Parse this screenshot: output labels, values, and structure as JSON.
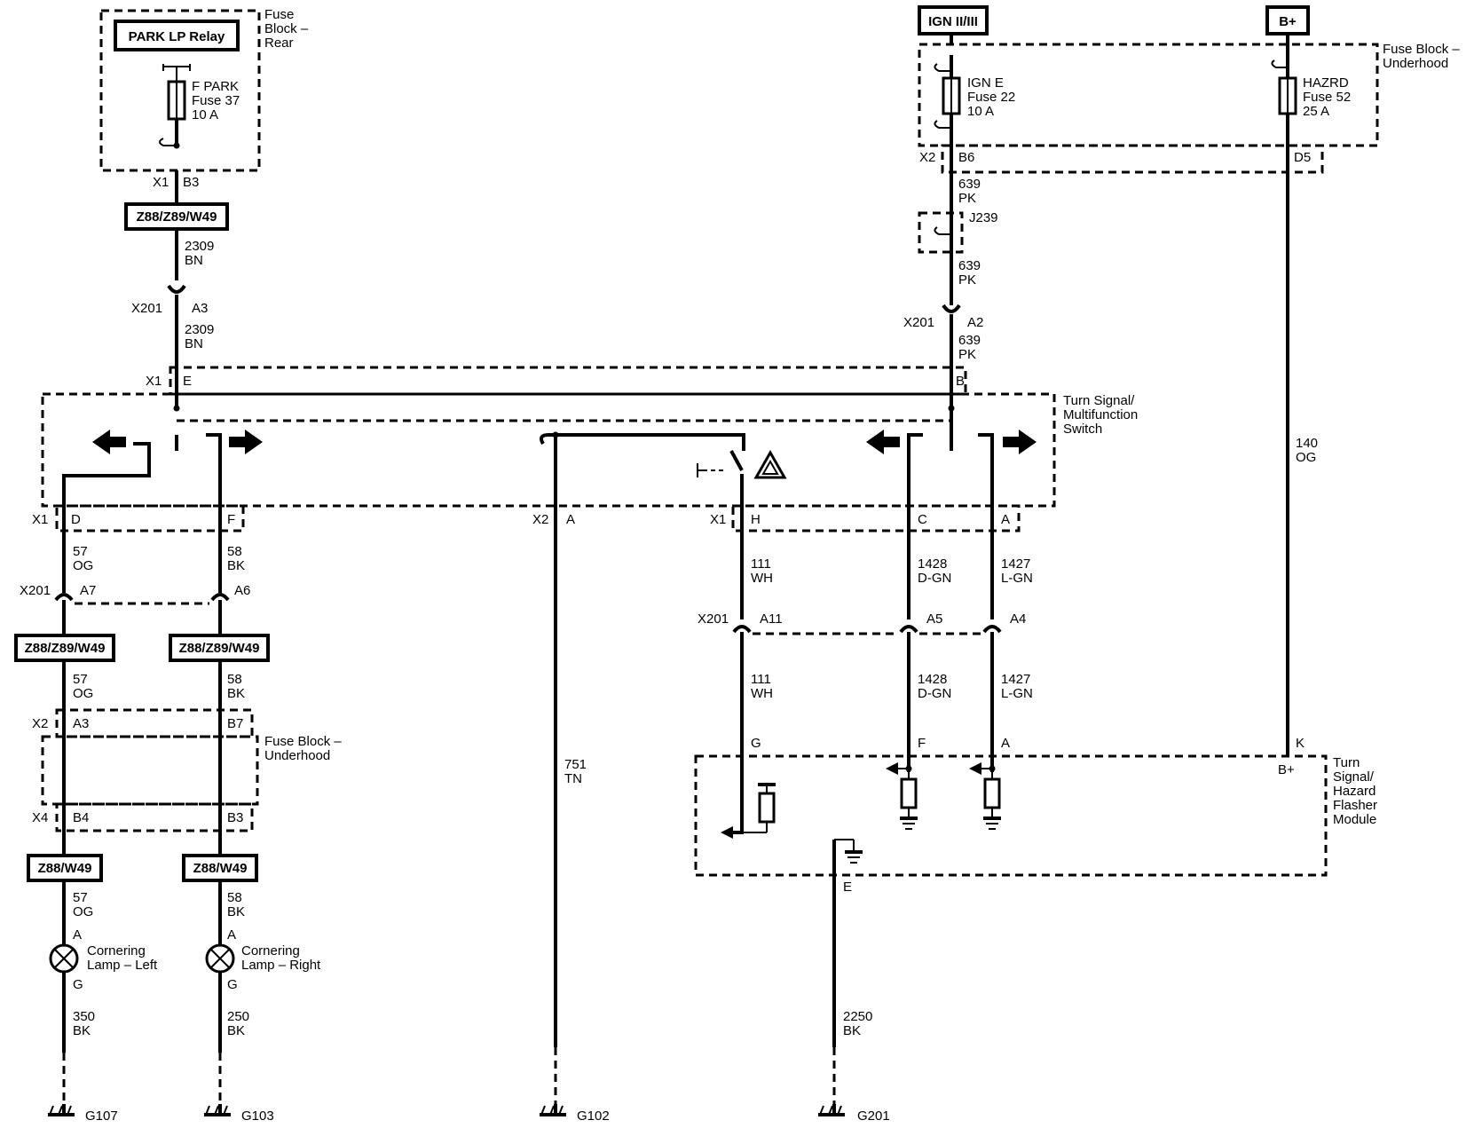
{
  "relay": {
    "label": "PARK LP Relay"
  },
  "fuse_block_rear": {
    "label_line1": "Fuse",
    "label_line2": "Block –",
    "label_line3": "Rear"
  },
  "fuse_37": {
    "line1": "F PARK",
    "line2": "Fuse 37",
    "line3": "10 A"
  },
  "rear_connector": {
    "conn": "X1",
    "pin": "B3"
  },
  "option_box_top": {
    "label": "Z88/Z89/W49"
  },
  "wire_2309_a": {
    "circuit": "2309",
    "color": "BN"
  },
  "x201_a3": {
    "conn": "X201",
    "pin": "A3"
  },
  "wire_2309_b": {
    "circuit": "2309",
    "color": "BN"
  },
  "switch_x1_e": {
    "conn": "X1",
    "pin": "E"
  },
  "switch_b": {
    "pin": "B"
  },
  "turn_switch": {
    "line1": "Turn Signal/",
    "line2": "Multifunction",
    "line3": "Switch"
  },
  "ign_source": {
    "label": "IGN II/III"
  },
  "bplus_source": {
    "label": "B+"
  },
  "fuse_block_underhood_top": {
    "line1": "Fuse Block –",
    "line2": "Underhood"
  },
  "fuse_22": {
    "line1": "IGN E",
    "line2": "Fuse 22",
    "line3": "10 A"
  },
  "fuse_52": {
    "line1": "HAZRD",
    "line2": "Fuse 52",
    "line3": "25 A"
  },
  "underhood_x2": {
    "conn": "X2",
    "pin_b6": "B6",
    "pin_d5": "D5"
  },
  "wire_639_a": {
    "circuit": "639",
    "color": "PK"
  },
  "splice_j239": {
    "label": "J239"
  },
  "wire_639_b": {
    "circuit": "639",
    "color": "PK"
  },
  "x201_a2": {
    "conn": "X201",
    "pin": "A2"
  },
  "wire_639_c": {
    "circuit": "639",
    "color": "PK"
  },
  "wire_140": {
    "circuit": "140",
    "color": "OG"
  },
  "switch_bottom_pins": {
    "x1_left": "X1",
    "pin_d": "D",
    "pin_f": "F",
    "x2": "X2",
    "pin_a_x2": "A",
    "x1_right": "X1",
    "pin_h": "H",
    "pin_c": "C",
    "pin_a": "A"
  },
  "wire_57_a": {
    "circuit": "57",
    "color": "OG"
  },
  "wire_58_a": {
    "circuit": "58",
    "color": "BK"
  },
  "x201_lower_left": {
    "conn": "X201",
    "pin_a7": "A7",
    "pin_a6": "A6"
  },
  "option_box_left": {
    "label": "Z88/Z89/W49"
  },
  "option_box_right": {
    "label": "Z88/Z89/W49"
  },
  "wire_57_b": {
    "circuit": "57",
    "color": "OG"
  },
  "wire_58_b": {
    "circuit": "58",
    "color": "BK"
  },
  "fuse_block_underhood_lower": {
    "line1": "Fuse Block –",
    "line2": "Underhood",
    "x2": "X2",
    "pin_a3": "A3",
    "pin_b7": "B7",
    "x4": "X4",
    "pin_b4": "B4",
    "pin_b3": "B3"
  },
  "option_box_left2": {
    "label": "Z88/W49"
  },
  "option_box_right2": {
    "label": "Z88/W49"
  },
  "wire_57_c": {
    "circuit": "57",
    "color": "OG"
  },
  "wire_58_c": {
    "circuit": "58",
    "color": "BK"
  },
  "lamp_left": {
    "pin_a": "A",
    "line1": "Cornering",
    "line2": "Lamp – Left",
    "pin_g": "G"
  },
  "lamp_right": {
    "pin_a": "A",
    "line1": "Cornering",
    "line2": "Lamp – Right",
    "pin_g": "G"
  },
  "wire_350": {
    "circuit": "350",
    "color": "BK"
  },
  "wire_250": {
    "circuit": "250",
    "color": "BK"
  },
  "wire_751": {
    "circuit": "751",
    "color": "TN"
  },
  "grounds": {
    "g107": "G107",
    "g103": "G103",
    "g102": "G102",
    "g201": "G201"
  },
  "wire_111_a": {
    "circuit": "111",
    "color": "WH"
  },
  "wire_1428_a": {
    "circuit": "1428",
    "color": "D-GN"
  },
  "wire_1427_a": {
    "circuit": "1427",
    "color": "L-GN"
  },
  "x201_right": {
    "conn": "X201",
    "pin_a11": "A11",
    "pin_a5": "A5",
    "pin_a4": "A4"
  },
  "wire_111_b": {
    "circuit": "111",
    "color": "WH"
  },
  "wire_1428_b": {
    "circuit": "1428",
    "color": "D-GN"
  },
  "wire_1427_b": {
    "circuit": "1427",
    "color": "L-GN"
  },
  "flasher": {
    "pin_g": "G",
    "pin_f": "F",
    "pin_a": "A",
    "pin_k": "K",
    "bplus": "B+",
    "pin_e": "E",
    "line1": "Turn",
    "line2": "Signal/",
    "line3": "Hazard",
    "line4": "Flasher",
    "line5": "Module"
  },
  "wire_2250": {
    "circuit": "2250",
    "color": "BK"
  }
}
